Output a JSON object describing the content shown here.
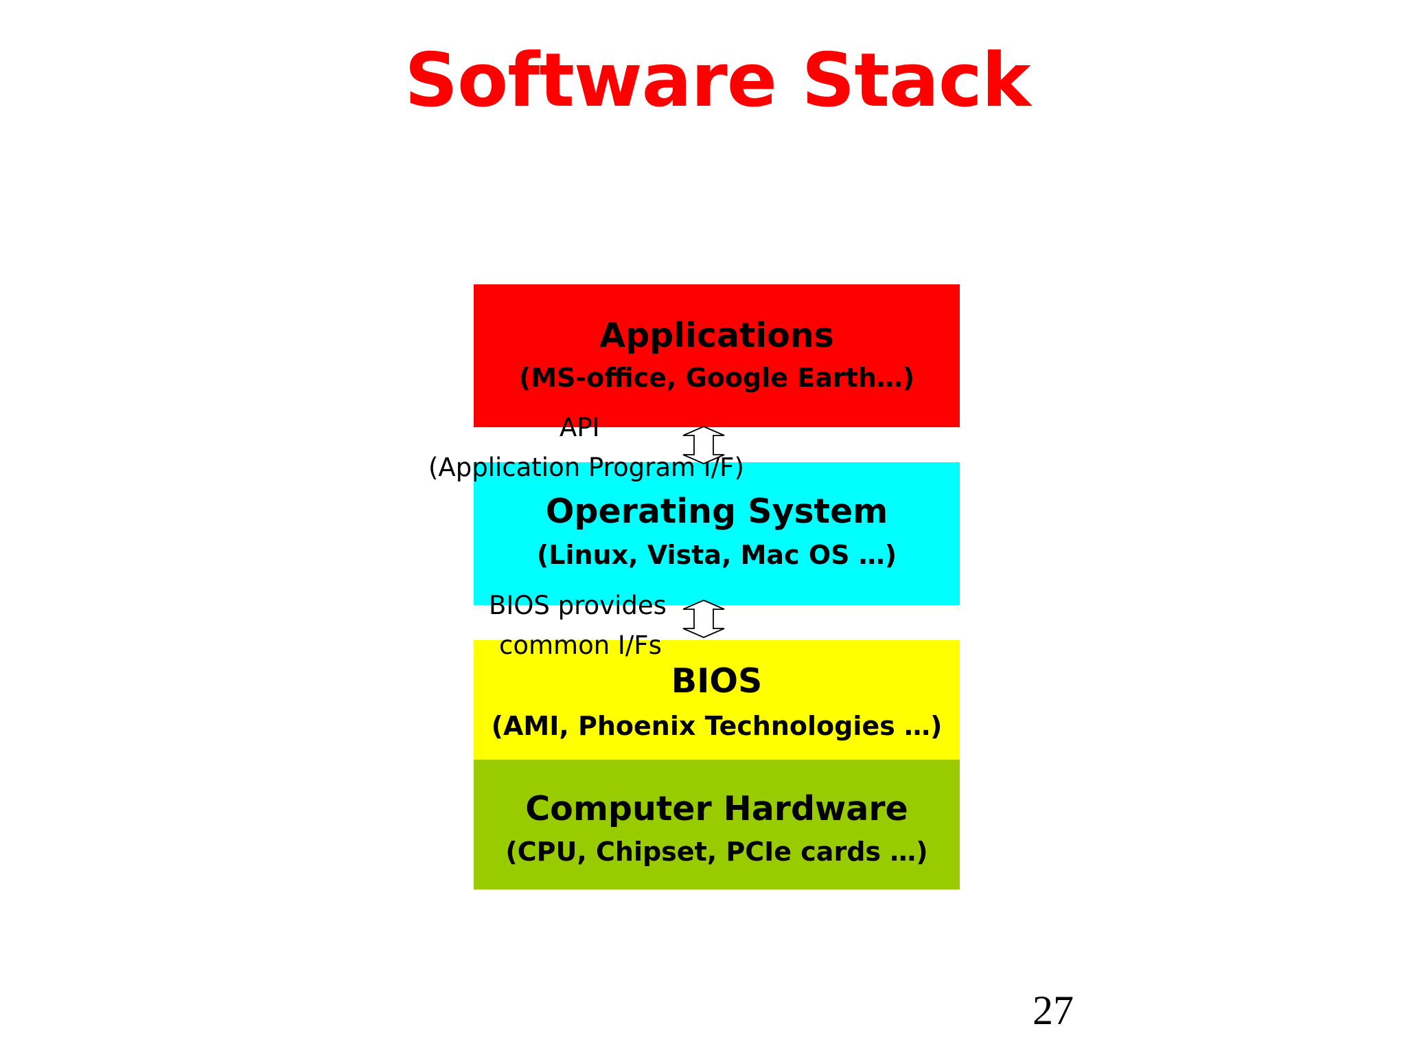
{
  "title": "Software Stack",
  "layers": [
    {
      "name": "Applications",
      "detail": "(MS-office, Google Earth…)",
      "color": "#ff0000"
    },
    {
      "name": "Operating System",
      "detail": "(Linux, Vista, Mac OS …)",
      "color": "#00ffff"
    },
    {
      "name": "BIOS",
      "detail": "(AMI, Phoenix Technologies …)",
      "color": "#ffff00"
    },
    {
      "name": "Computer Hardware",
      "detail": "(CPU, Chipset, PCIe cards …)",
      "color": "#99cc00"
    }
  ],
  "interfaces": {
    "api": {
      "label": "API",
      "detail": "(Application Program I/F)",
      "icon": "double-arrow-icon"
    },
    "bios": {
      "line1": "BIOS provides",
      "line2": "common I/Fs",
      "icon": "double-arrow-icon"
    }
  },
  "page_number": "27"
}
